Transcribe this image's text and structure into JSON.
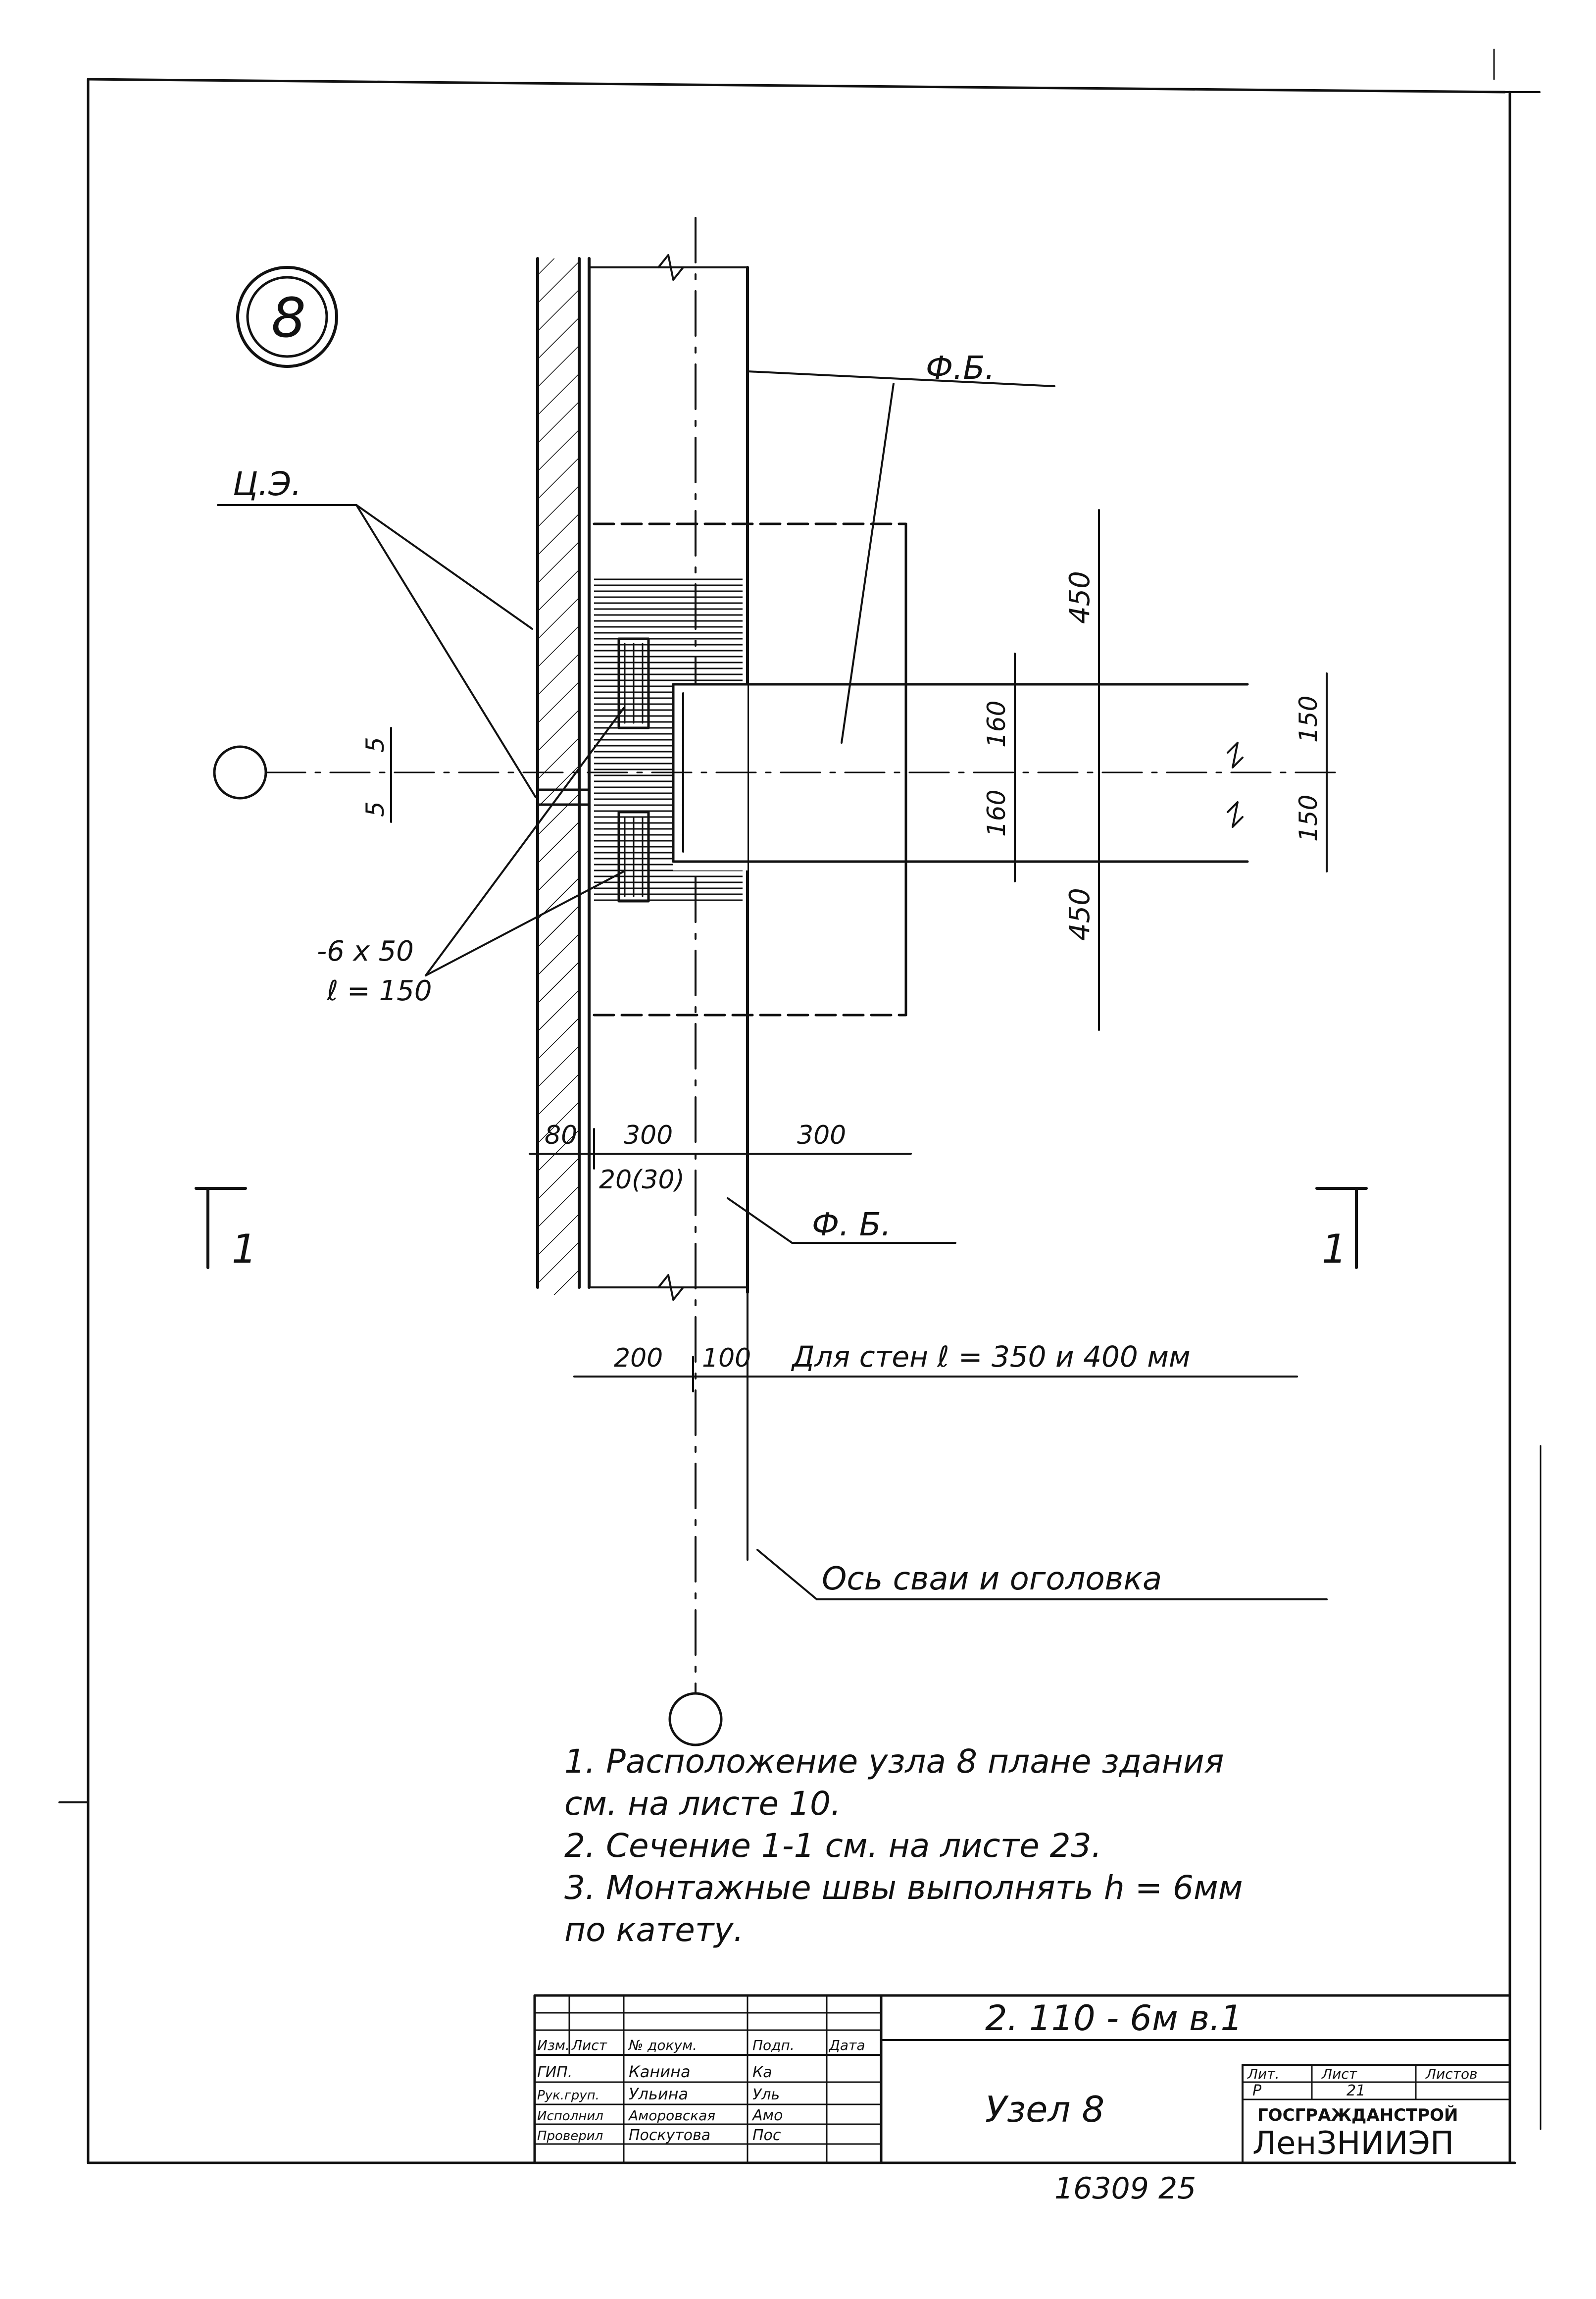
{
  "node_mark": "8",
  "labels": {
    "fb_top": "Ф.Б.",
    "fb_bottom": "Ф. Б.",
    "ce": "Ц.Э.",
    "plate_1": "-6 x 50",
    "plate_2": "ℓ = 150",
    "section_left": "1",
    "section_right": "1"
  },
  "dimensions": {
    "d450_top": "450",
    "d450_bottom": "450",
    "d160_top": "160",
    "d160_bottom": "160",
    "d150_top": "150",
    "d150_bottom": "150",
    "d5_top": "5",
    "d5_bottom": "5",
    "d80": "80",
    "d300_left": "300",
    "d300_right": "300",
    "d20_30": "20(30)",
    "d200": "200",
    "d100": "100"
  },
  "wall_note": "Для стен  ℓ = 350  и 400 мм",
  "axis_label": "Ось   сваи   и   оголовка",
  "notes": [
    "1. Расположение  узла    8  плане  здания",
    "    см.  на  листе 10.",
    "2. Сечение  1-1   см.  на  листе 23.",
    "3. Монтажные  швы  выполнять  h = 6мм",
    "    по  катету."
  ],
  "title_block": {
    "doc_code": "2. 110 - 6м   в.1",
    "sheet_title": "Узел  8",
    "header_cols": [
      "Изм.",
      "Лист",
      "№ докум.",
      "Подп.",
      "Дата"
    ],
    "roles": [
      {
        "role": "ГИП.",
        "name": "Канина",
        "sign": "Ка"
      },
      {
        "role": "Рук.груп.",
        "name": "Ульина",
        "sign": "Уль"
      },
      {
        "role": "Исполнил",
        "name": "Аморовская",
        "sign": "Амо"
      },
      {
        "role": "Проверил",
        "name": "Поскутова",
        "sign": "Пос"
      }
    ],
    "stage_label": "Лит.",
    "sheet_label": "Лист",
    "sheets_label": "Листов",
    "stage_value": "Р",
    "sheet_value": "21",
    "org_1": "ГОСГРАЖДАНСТРОЙ",
    "org_2": "ЛенЗНИИЭП"
  },
  "footer_code": "16309   25"
}
